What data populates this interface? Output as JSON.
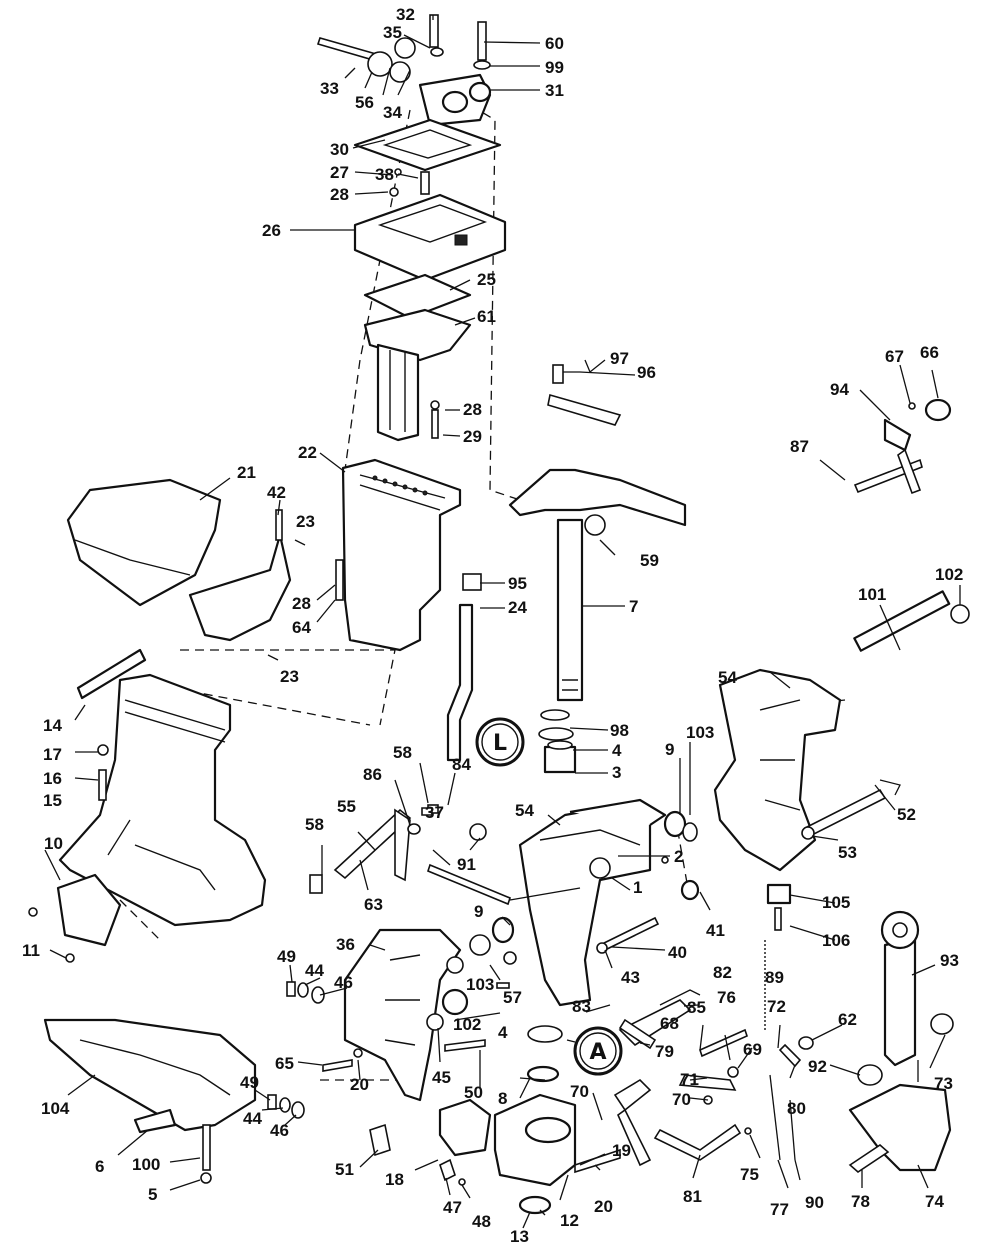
{
  "labels": {
    "l1": "1",
    "l2": "2",
    "l3": "3",
    "l4a": "4",
    "l4b": "4",
    "l5": "5",
    "l6": "6",
    "l7": "7",
    "l8": "8",
    "l9a": "9",
    "l9b": "9",
    "l10": "10",
    "l11": "11",
    "l12": "12",
    "l13": "13",
    "l14": "14",
    "l15": "15",
    "l16": "16",
    "l17": "17",
    "l18": "18",
    "l19": "19",
    "l20a": "20",
    "l20b": "20",
    "l21": "21",
    "l22": "22",
    "l23a": "23",
    "l23b": "23",
    "l24": "24",
    "l25": "25",
    "l26": "26",
    "l27": "27",
    "l28a": "28",
    "l28b": "28",
    "l28c": "28",
    "l29": "29",
    "l30": "30",
    "l31": "31",
    "l32": "32",
    "l33": "33",
    "l34": "34",
    "l35": "35",
    "l36": "36",
    "l37": "37",
    "l38": "38",
    "l40": "40",
    "l41": "41",
    "l42": "42",
    "l43": "43",
    "l44a": "44",
    "l44b": "44",
    "l45": "45",
    "l46a": "46",
    "l46b": "46",
    "l47": "47",
    "l48": "48",
    "l49a": "49",
    "l49b": "49",
    "l50": "50",
    "l51": "51",
    "l52": "52",
    "l53": "53",
    "l54a": "54",
    "l54b": "54",
    "l55": "55",
    "l56": "56",
    "l57": "57",
    "l58a": "58",
    "l58b": "58",
    "l59": "59",
    "l60": "60",
    "l61": "61",
    "l62": "62",
    "l63": "63",
    "l64": "64",
    "l65": "65",
    "l66": "66",
    "l67": "67",
    "l68": "68",
    "l69": "69",
    "l70a": "70",
    "l70b": "70",
    "l71": "71",
    "l72": "72",
    "l73": "73",
    "l74": "74",
    "l75": "75",
    "l76": "76",
    "l77": "77",
    "l78": "78",
    "l79": "79",
    "l80": "80",
    "l81": "81",
    "l82": "82",
    "l83": "83",
    "l84": "84",
    "l85": "85",
    "l86": "86",
    "l87": "87",
    "l89": "89",
    "l90": "90",
    "l91": "91",
    "l92": "92",
    "l93": "93",
    "l94": "94",
    "l95": "95",
    "l96": "96",
    "l97": "97",
    "l98": "98",
    "l99": "99",
    "l100": "100",
    "l101": "101",
    "l102a": "102",
    "l102b": "102",
    "l103a": "103",
    "l103b": "103",
    "l104": "104",
    "l105": "105",
    "l106": "106"
  },
  "badges": {
    "lubricant_top": "L",
    "lubricant_bottom": "A"
  }
}
